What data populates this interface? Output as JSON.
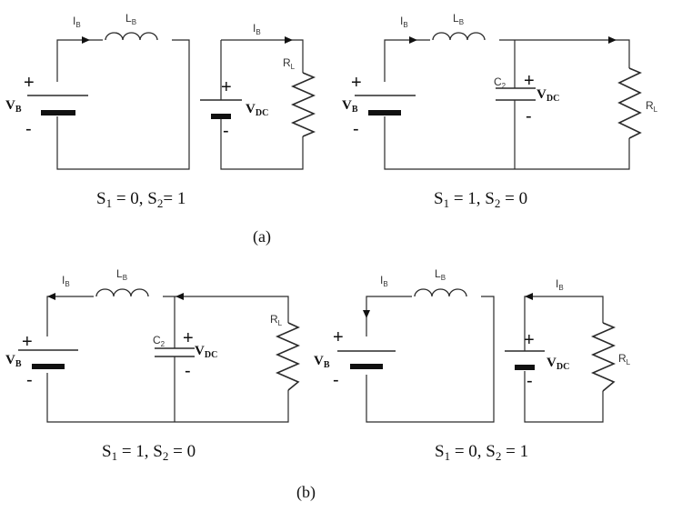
{
  "labels": {
    "battery_voltage": "V",
    "battery_voltage_sub": "B",
    "current": "I",
    "current_sub": "B",
    "inductor": "L",
    "inductor_sub": "B",
    "load": "R",
    "load_sub": "L",
    "dc_voltage": "V",
    "dc_voltage_sub": "DC",
    "capacitor": "C",
    "capacitor_sub": "2",
    "plus": "+",
    "minus": "-"
  },
  "part_labels": {
    "a": "(a)",
    "b": "(b)"
  },
  "captions": {
    "a_left": {
      "s1": "S",
      "s1_sub": "1",
      "s1_val": " = 0, ",
      "s2": "S",
      "s2_sub": "2",
      "s2_val": "= 1"
    },
    "a_right": {
      "s1": "S",
      "s1_sub": "1",
      "s1_val": " = 1, ",
      "s2": "S",
      "s2_sub": "2",
      "s2_val": " = 0"
    },
    "b_left": {
      "s1": "S",
      "s1_sub": "1",
      "s1_val": " = 1, ",
      "s2": "S",
      "s2_sub": "2",
      "s2_val": " = 0"
    },
    "b_right": {
      "s1": "S",
      "s1_sub": "1",
      "s1_val": " = 0, ",
      "s2": "S",
      "s2_sub": "2",
      "s2_val": " = 1"
    }
  }
}
